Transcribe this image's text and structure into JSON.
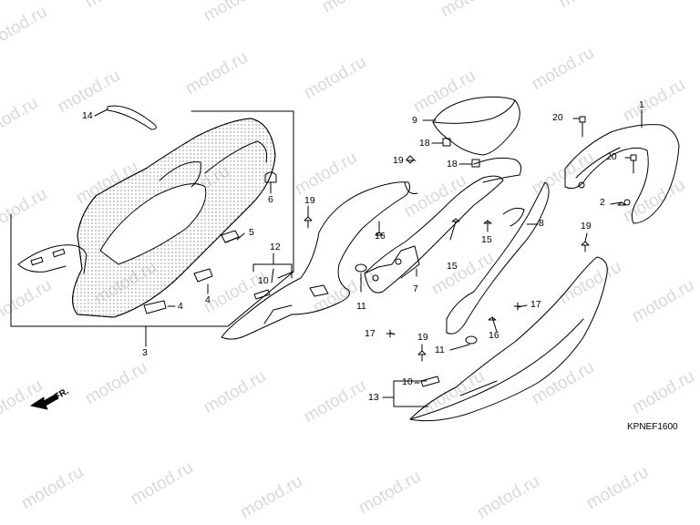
{
  "watermark": "motod.ru",
  "diagram_code": "KPNEF1600",
  "direction_label": "FR.",
  "part_numbers": {
    "p1": "1",
    "p2": "2",
    "p3": "3",
    "p4a": "4",
    "p4b": "4",
    "p5": "5",
    "p6": "6",
    "p7": "7",
    "p8": "8",
    "p9": "9",
    "p10a": "10",
    "p10b": "10",
    "p11a": "11",
    "p11b": "11",
    "p12": "12",
    "p13": "13",
    "p14": "14",
    "p15a": "15",
    "p15b": "15",
    "p16a": "16",
    "p16b": "16",
    "p17a": "17",
    "p17b": "17",
    "p18a": "18",
    "p18b": "18",
    "p19a": "19",
    "p19b": "19",
    "p19c": "19",
    "p19d": "19",
    "p20a": "20",
    "p20b": "20"
  }
}
